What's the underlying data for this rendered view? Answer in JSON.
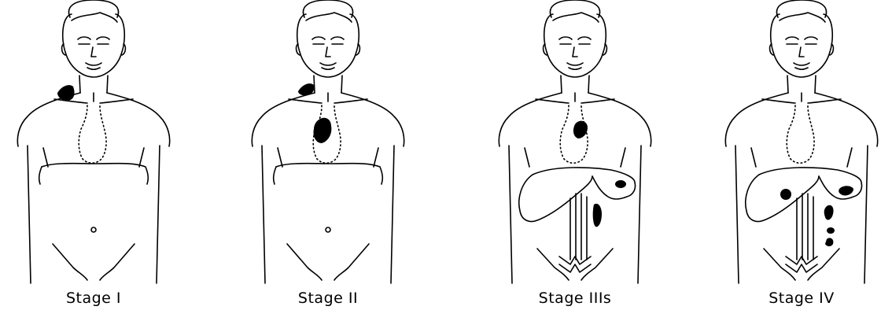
{
  "stages": [
    {
      "label": "Stage I",
      "icon": "stage-1-body-icon"
    },
    {
      "label": "Stage II",
      "icon": "stage-2-body-icon"
    },
    {
      "label": "Stage IIIs",
      "icon": "stage-3s-body-icon"
    },
    {
      "label": "Stage IV",
      "icon": "stage-4-body-icon"
    }
  ]
}
